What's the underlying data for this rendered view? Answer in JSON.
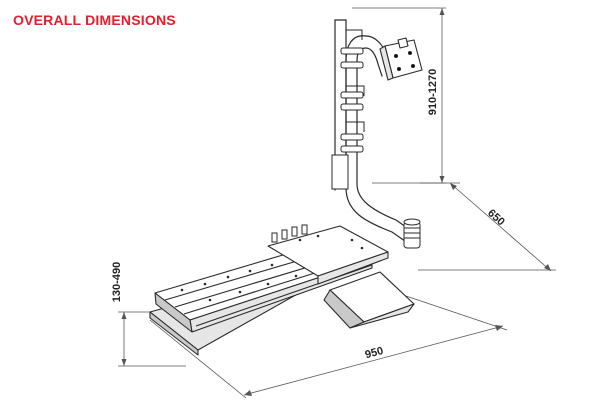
{
  "title": "OVERALL DIMENSIONS",
  "colors": {
    "title": "#e0202c",
    "line": "#2a2a2a",
    "dimension": "#555555",
    "shade": "#e6e6e6",
    "shade_dark": "#c9c9c9"
  },
  "dimensions": {
    "height_range": "910-1270",
    "depth": "650",
    "width": "950",
    "base_height": "130-490"
  }
}
